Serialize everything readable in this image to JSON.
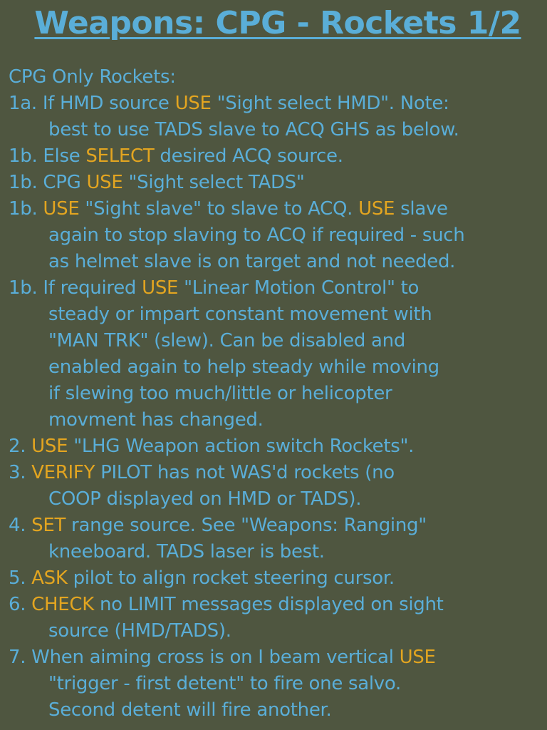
{
  "title": "Weapons: CPG - Rockets 1/2",
  "intro": "CPG Only Rockets:",
  "steps": [
    {
      "num": "1a.",
      "lines": [
        [
          {
            "t": "If HMD source "
          },
          {
            "k": "USE"
          },
          {
            "t": " \"Sight select HMD\". Note:"
          }
        ],
        [
          {
            "t": "best to use TADS slave to ACQ GHS as below."
          }
        ]
      ]
    },
    {
      "num": "1b.",
      "lines": [
        [
          {
            "t": "Else "
          },
          {
            "k": "SELECT"
          },
          {
            "t": " desired ACQ source."
          }
        ]
      ]
    },
    {
      "num": "1b.",
      "lines": [
        [
          {
            "t": "CPG "
          },
          {
            "k": "USE"
          },
          {
            "t": " \"Sight select TADS\""
          }
        ]
      ]
    },
    {
      "num": "1b.",
      "lines": [
        [
          {
            "k": "USE"
          },
          {
            "t": " \"Sight slave\" to slave to ACQ. "
          },
          {
            "k": "USE"
          },
          {
            "t": " slave"
          }
        ],
        [
          {
            "t": "again to stop slaving to ACQ if required - such"
          }
        ],
        [
          {
            "t": "as helmet slave is on target and not needed."
          }
        ]
      ]
    },
    {
      "num": "1b.",
      "lines": [
        [
          {
            "t": "If required "
          },
          {
            "k": "USE"
          },
          {
            "t": " \"Linear Motion Control\" to"
          }
        ],
        [
          {
            "t": "steady or impart constant movement with"
          }
        ],
        [
          {
            "t": "\"MAN TRK\" (slew). Can be disabled and"
          }
        ],
        [
          {
            "t": "enabled again to help steady while moving"
          }
        ],
        [
          {
            "t": "if slewing too much/little or helicopter"
          }
        ],
        [
          {
            "t": "movment has changed."
          }
        ]
      ]
    },
    {
      "num": "2.",
      "lines": [
        [
          {
            "k": "USE"
          },
          {
            "t": " \"LHG Weapon action switch Rockets\"."
          }
        ]
      ]
    },
    {
      "num": "3.",
      "lines": [
        [
          {
            "k": "VERIFY"
          },
          {
            "t": " PILOT has not WAS'd rockets (no"
          }
        ],
        [
          {
            "t": "COOP displayed on HMD or TADS)."
          }
        ]
      ]
    },
    {
      "num": "4.",
      "lines": [
        [
          {
            "k": "SET"
          },
          {
            "t": " range source. See \"Weapons: Ranging\""
          }
        ],
        [
          {
            "t": "kneeboard. TADS laser is best."
          }
        ]
      ]
    },
    {
      "num": "5.",
      "lines": [
        [
          {
            "k": "ASK"
          },
          {
            "t": " pilot to align rocket steering cursor."
          }
        ]
      ]
    },
    {
      "num": "6.",
      "lines": [
        [
          {
            "k": "CHECK"
          },
          {
            "t": " no LIMIT messages displayed on sight"
          }
        ],
        [
          {
            "t": "source (HMD/TADS)."
          }
        ]
      ]
    },
    {
      "num": "7.",
      "lines": [
        [
          {
            "t": "When aiming cross is on I beam vertical "
          },
          {
            "k": "USE"
          }
        ],
        [
          {
            "t": "\"trigger - first detent\" to fire one salvo."
          }
        ],
        [
          {
            "t": "Second detent will fire another."
          }
        ]
      ]
    }
  ],
  "colors": {
    "background": "#4f5640",
    "text": "#5aaed8",
    "keyword": "#e3a520"
  }
}
